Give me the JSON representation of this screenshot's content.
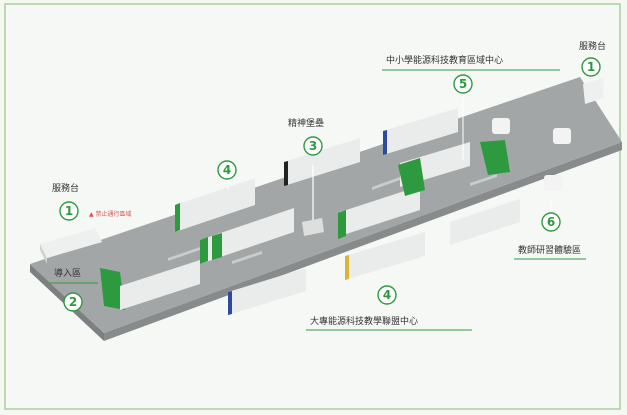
{
  "colors": {
    "floor": "#a3a6a7",
    "floor_side": "#7d8081",
    "accent": "#2e9a3f",
    "panel": "#e9eceb",
    "warning": "#d9534f",
    "blue_post": "#2d4aa0",
    "yellow_post": "#d9b53a"
  },
  "labels": {
    "service_left": "服務台",
    "service_right": "服務台",
    "entry": "導入區",
    "lecture": "精神堡壘",
    "center_k12": "中小學能源科技教育區域中心",
    "center_univ": "大專能源科技教學聯盟中心",
    "teacher": "教師研習體驗區",
    "warning": "▲ 禁止通行區域"
  },
  "markers": {
    "m1_left": "1",
    "m1_right": "1",
    "m2": "2",
    "m3": "3",
    "m4_top": "4",
    "m4_bottom": "4",
    "m5": "5",
    "m6": "6"
  }
}
